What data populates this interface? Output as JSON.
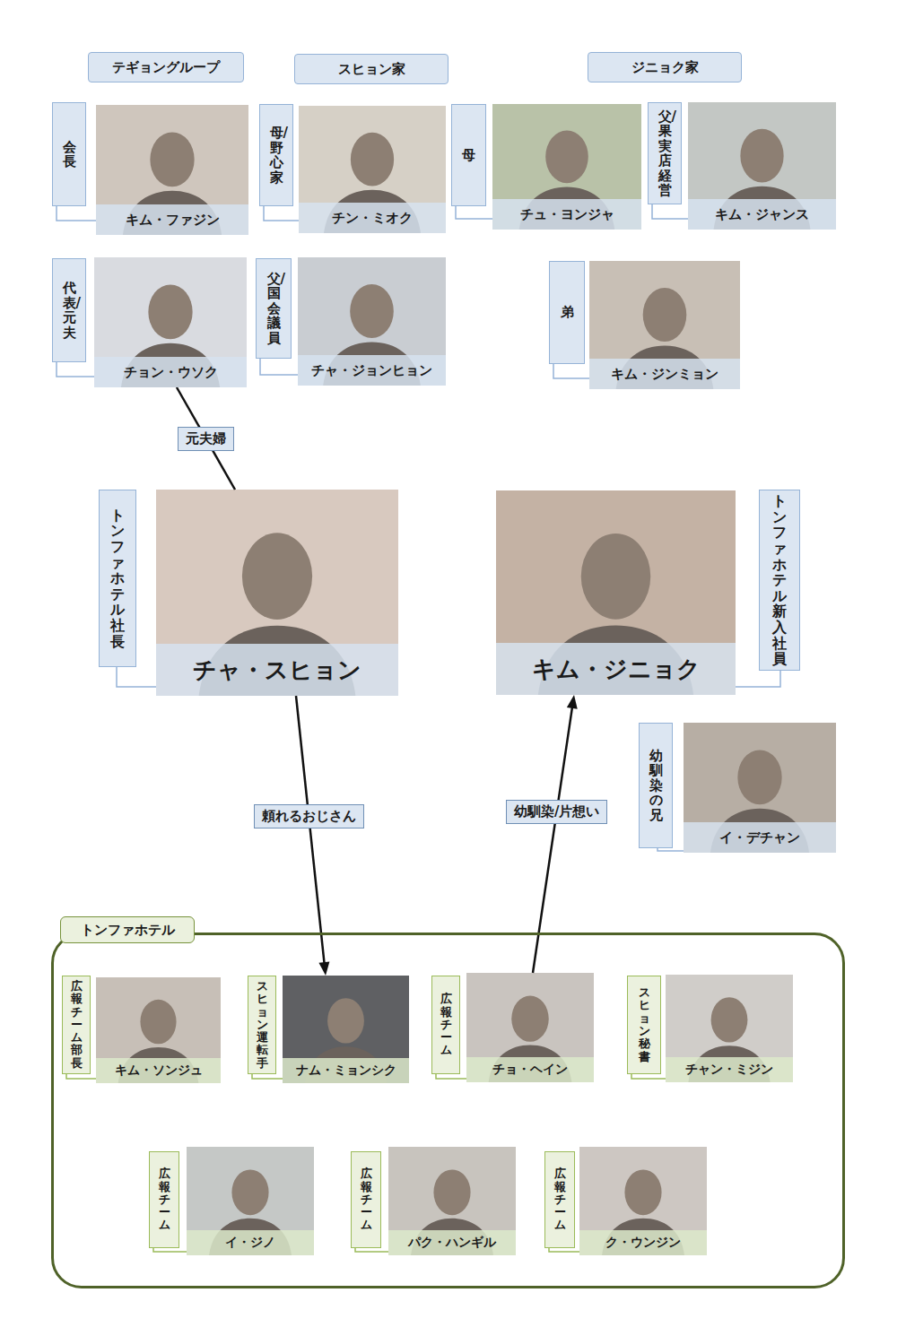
{
  "diagram": {
    "nodes": [
      {
        "text": [
          "テギョングループ"
        ]
      },
      {
        "text": [
          "スヒョン家"
        ]
      },
      {
        "text": [
          "ジニョク家"
        ]
      },
      {
        "text": [
          "会長",
          "キム・ファジン"
        ]
      },
      {
        "text": [
          "母/野心家",
          "チン・ミオク"
        ]
      },
      {
        "text": [
          "母",
          "チュ・ヨンジャ"
        ]
      },
      {
        "text": [
          "父/果実店経営",
          "キム・ジャンス"
        ]
      },
      {
        "text": [
          "代表/元夫",
          "チョン・ウソク"
        ]
      },
      {
        "text": [
          "父/国会議員",
          "チャ・ジョンヒョン"
        ]
      },
      {
        "text": [
          "弟",
          "キム・ジンミョン"
        ]
      },
      {
        "text": [
          "トンファホテル社長",
          "チャ・スヒョン"
        ]
      },
      {
        "text": [
          "トンファホテル新入社員",
          "キム・ジニョク"
        ]
      },
      {
        "text": [
          "幼馴染の兄",
          "イ・デチャン"
        ]
      },
      {
        "text": [
          "トンファホテル"
        ]
      },
      {
        "text": [
          "広報チーム部長",
          "キム・ソンジュ"
        ],
        "in": 13
      },
      {
        "text": [
          "スヒョン運転手",
          "ナム・ミョンシク"
        ],
        "in": 13
      },
      {
        "text": [
          "広報チーム",
          "チョ・ヘイン"
        ],
        "in": 13
      },
      {
        "text": [
          "スヒョン秘書",
          "チャン・ミジン"
        ],
        "in": 13
      },
      {
        "text": [
          "広報チーム",
          "イ・ジノ"
        ],
        "in": 13
      },
      {
        "text": [
          "広報チーム",
          "パク・ハンギル"
        ],
        "in": 13
      },
      {
        "text": [
          "広報チーム",
          "ク・ウンジン"
        ],
        "in": 13
      }
    ],
    "edges": [
      {
        "from": 7,
        "to": 10,
        "label": "元夫婦",
        "arrow": "none"
      },
      {
        "from": 10,
        "to": 15,
        "label": "頼れるおじさん",
        "arrow": "to"
      },
      {
        "from": 16,
        "to": 11,
        "label": "幼馴染/片想い",
        "arrow": "to"
      }
    ]
  }
}
